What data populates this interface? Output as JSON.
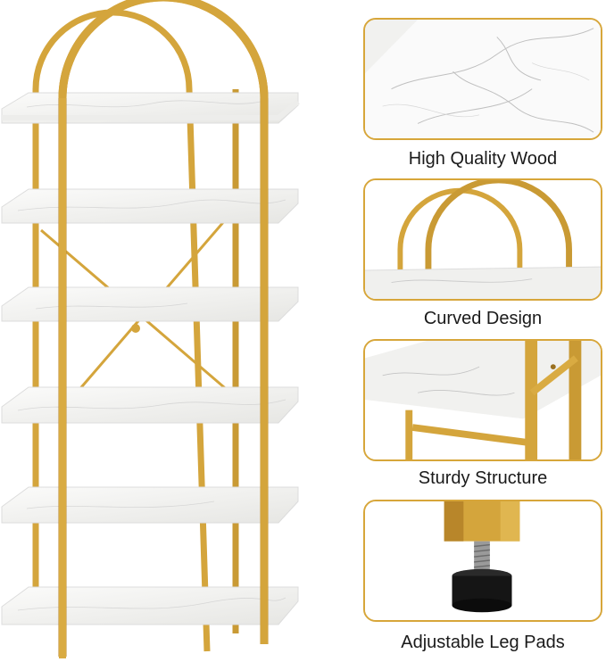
{
  "features": [
    {
      "id": "wood",
      "caption": "High Quality Wood",
      "icon": "marble-surface-icon"
    },
    {
      "id": "curve",
      "caption": "Curved Design",
      "icon": "arch-frame-icon"
    },
    {
      "id": "structure",
      "caption": "Sturdy Structure",
      "icon": "frame-joint-icon"
    },
    {
      "id": "legs",
      "caption": "Adjustable Leg Pads",
      "icon": "leveling-foot-icon"
    }
  ],
  "colors": {
    "gold": "#d4a53c",
    "gold_dark": "#b8862a",
    "gold_light": "#ecc766",
    "marble": "#f2f2f0",
    "marble_vein": "#c9c9c9",
    "card_border": "#d7a63a",
    "rubber": "#151515"
  },
  "shelf": {
    "shelf_count": 6
  }
}
